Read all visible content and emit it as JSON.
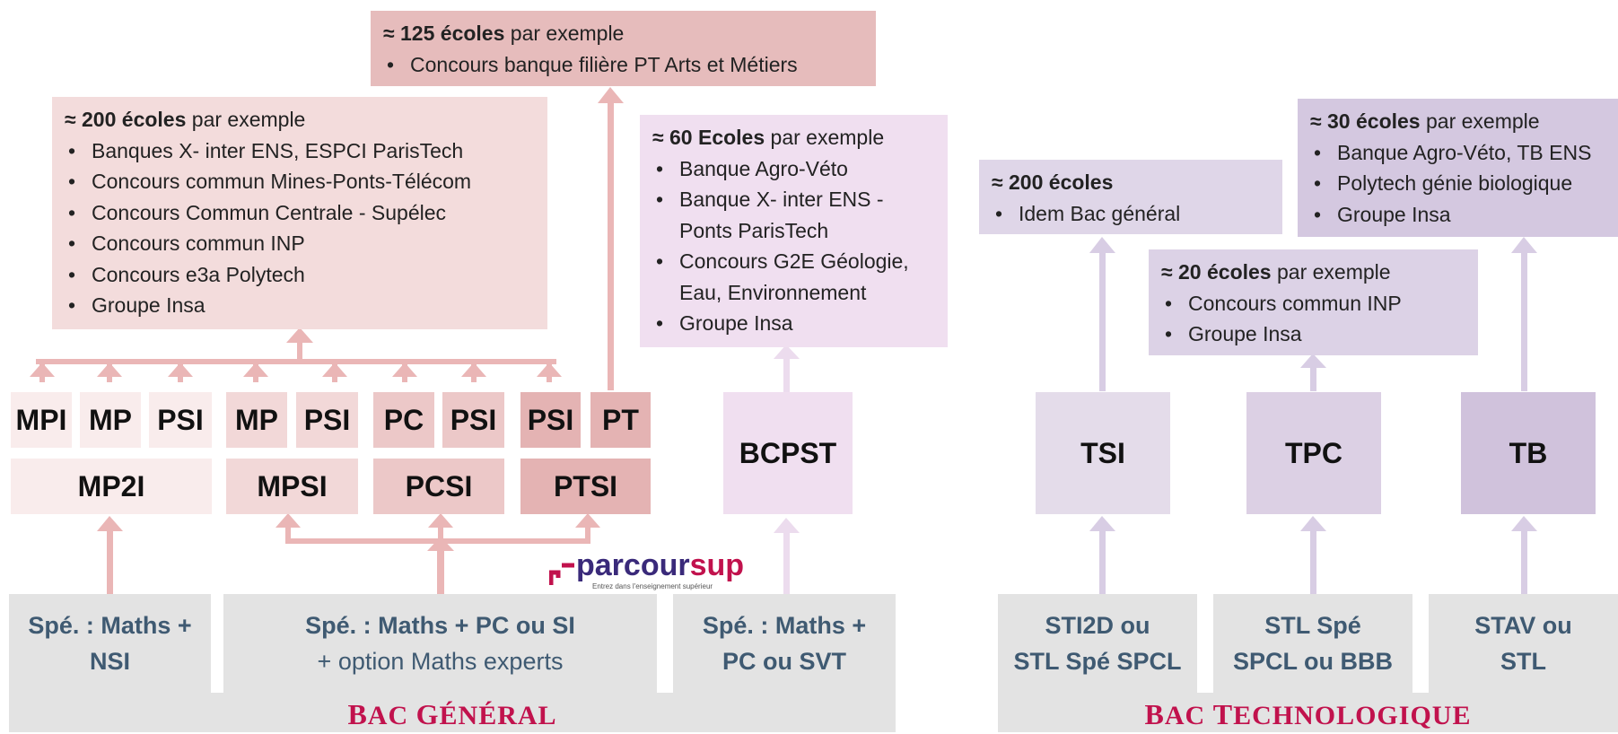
{
  "colors": {
    "pink_light": "#f9e9e9",
    "pink_mid": "#f1d5d5",
    "pink_dark": "#e6bcbc",
    "pink_deep": "#e2b0b0",
    "lilac": "#f0dff0",
    "violet_light": "#e4dcea",
    "violet_mid": "#dcd0e4",
    "violet_dark": "#d0c2dc",
    "gray": "#e3e3e3",
    "bac_text": "#3f5a72",
    "bac_label": "#c1124d",
    "arrow_pink": "#eab6b6",
    "arrow_violet": "#cbbfdc"
  },
  "boxes": {
    "pt_schools": {
      "count": "≈ 125 écoles",
      "suffix": " par exemple",
      "items": [
        "Concours banque filière PT Arts et Métiers"
      ]
    },
    "main_schools": {
      "count": "≈ 200 écoles",
      "suffix": " par exemple",
      "items": [
        "Banques X- inter ENS,  ESPCI ParisTech",
        "Concours commun Mines-Ponts-Télécom",
        "Concours Commun Centrale - Supélec",
        "Concours commun INP",
        "Concours e3a Polytech",
        "Groupe Insa"
      ]
    },
    "bcpst_schools": {
      "count": "≈ 60 Ecoles",
      "suffix": " par exemple",
      "items": [
        "Banque Agro-Véto",
        "Banque X- inter ENS - Ponts ParisTech",
        "Concours G2E Géologie, Eau, Environnement",
        "Groupe Insa"
      ]
    },
    "tsi_schools": {
      "count": "≈ 200 écoles",
      "suffix": "",
      "items": [
        "Idem Bac général"
      ]
    },
    "tpc_schools": {
      "count": "≈ 20 écoles",
      "suffix": " par exemple",
      "items": [
        "Concours commun INP",
        "Groupe Insa"
      ]
    },
    "tb_schools": {
      "count": "≈ 30 écoles",
      "suffix": " par exemple",
      "items": [
        "Banque Agro-Véto, TB ENS",
        "Polytech génie biologique",
        "Groupe Insa"
      ]
    }
  },
  "second_year": [
    "MPI",
    "MP",
    "PSI",
    "MP",
    "PSI",
    "PC",
    "PSI",
    "PSI",
    "PT"
  ],
  "first_year": [
    "MP2I",
    "MPSI",
    "PCSI",
    "PTSI",
    "BCPST",
    "TSI",
    "TPC",
    "TB"
  ],
  "bac_options": {
    "maths_nsi": [
      "Spé. : Maths +",
      "NSI"
    ],
    "maths_pc_si": [
      "Spé. : Maths + PC ou SI",
      "+ option Maths experts"
    ],
    "maths_pc_svt": [
      "Spé. : Maths +",
      "PC ou SVT"
    ],
    "sti2d": [
      "STI2D ou",
      "STL Spé SPCL"
    ],
    "stl": [
      "STL Spé",
      "SPCL ou BBB"
    ],
    "stav": [
      "STAV ou",
      "STL"
    ]
  },
  "bac_labels": {
    "general": {
      "first": "B",
      "rest": "AC ",
      "first2": "G",
      "rest2": "ÉNÉRAL"
    },
    "techno": {
      "first": "B",
      "rest": "AC ",
      "first2": "T",
      "rest2": "ECHNOLOGIQUE"
    }
  },
  "logo": {
    "text_dark": "parcour",
    "text_red": "sup",
    "tagline": "Entrez dans l'enseignement supérieur"
  }
}
